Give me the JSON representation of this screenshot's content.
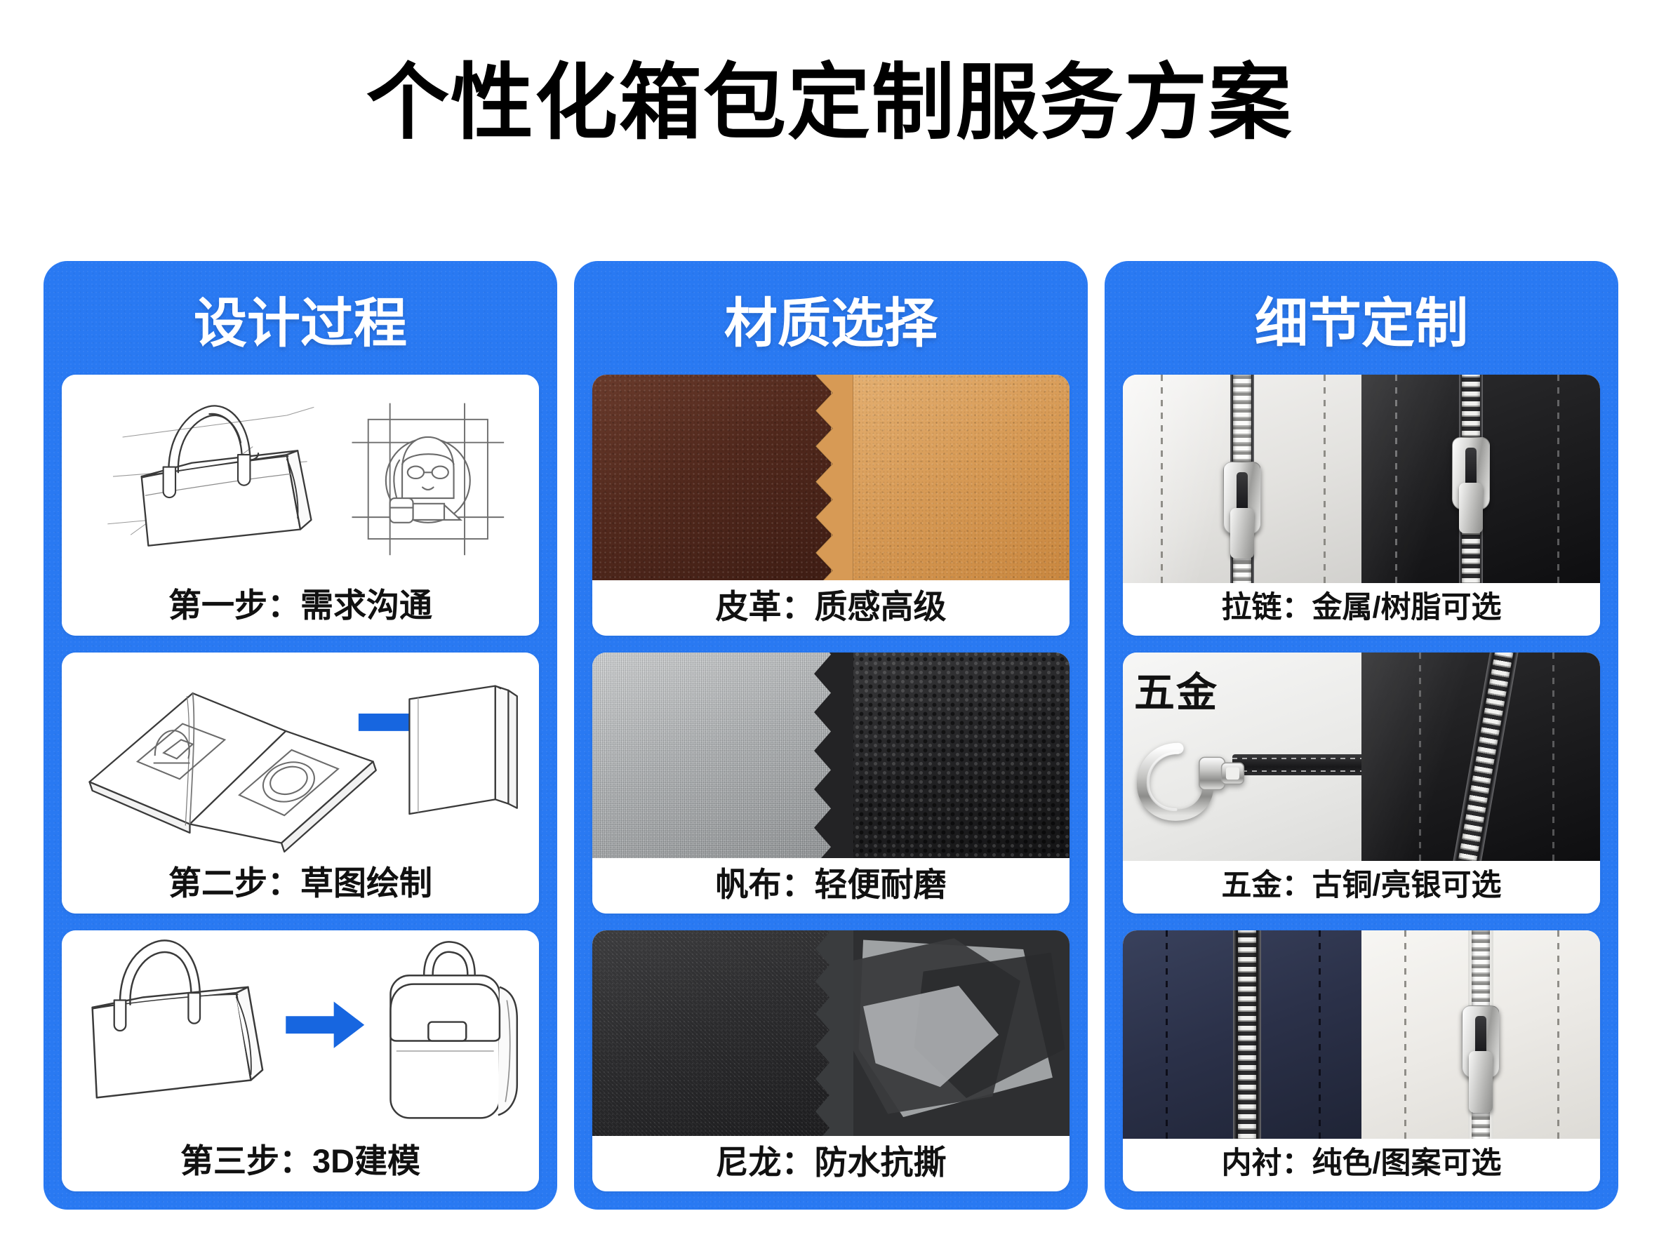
{
  "title": "个性化箱包定制服务方案",
  "theme": {
    "panel_blue": "#2979f2",
    "arrow_blue": "#1766e0",
    "card_white": "#ffffff",
    "text_black": "#111111",
    "background": "#ffffff"
  },
  "panels": [
    {
      "id": "design-process",
      "title": "设计过程",
      "cards": [
        {
          "id": "step-1",
          "caption": "第一步：需求沟通",
          "art": "handbag-sketch-with-guidelines-and-customer-portrait"
        },
        {
          "id": "step-2",
          "caption": "第二步：草图绘制",
          "art": "open-sketchbook-arrow-stacked-books"
        },
        {
          "id": "step-3",
          "caption": "第三步：3D建模",
          "art": "handbag-arrow-backpack-line-drawing"
        }
      ]
    },
    {
      "id": "material-selection",
      "title": "材质选择",
      "cards": [
        {
          "id": "leather",
          "caption": "皮革：质感高级",
          "art": "leather-swatch-dark-brown-and-tan",
          "swatch_left": "#4a2419",
          "swatch_right": "#d79a55"
        },
        {
          "id": "canvas",
          "caption": "帆布：轻便耐磨",
          "art": "canvas-grey-and-pebbled-black",
          "swatch_left": "#a9acae",
          "swatch_right": "#232325"
        },
        {
          "id": "nylon",
          "caption": "尼龙：防水抗撕",
          "art": "nylon-black-and-grey-fabric-sheets",
          "swatch_left": "#2b2b2d",
          "swatch_right": "#3a3c3e"
        }
      ]
    },
    {
      "id": "detail-customization",
      "title": "细节定制",
      "cards": [
        {
          "id": "zipper",
          "caption": "拉链：金属/树脂可选",
          "art": "metal-zipper-on-white-and-black-leather"
        },
        {
          "id": "hardware",
          "caption": "五金：古铜/亮银可选",
          "art": "snap-hook-hardware-and-black-zipper",
          "badge": "五金"
        },
        {
          "id": "lining",
          "caption": "内衬：纯色/图案可选",
          "art": "navy-and-offwhite-zipper-lining"
        }
      ]
    }
  ]
}
